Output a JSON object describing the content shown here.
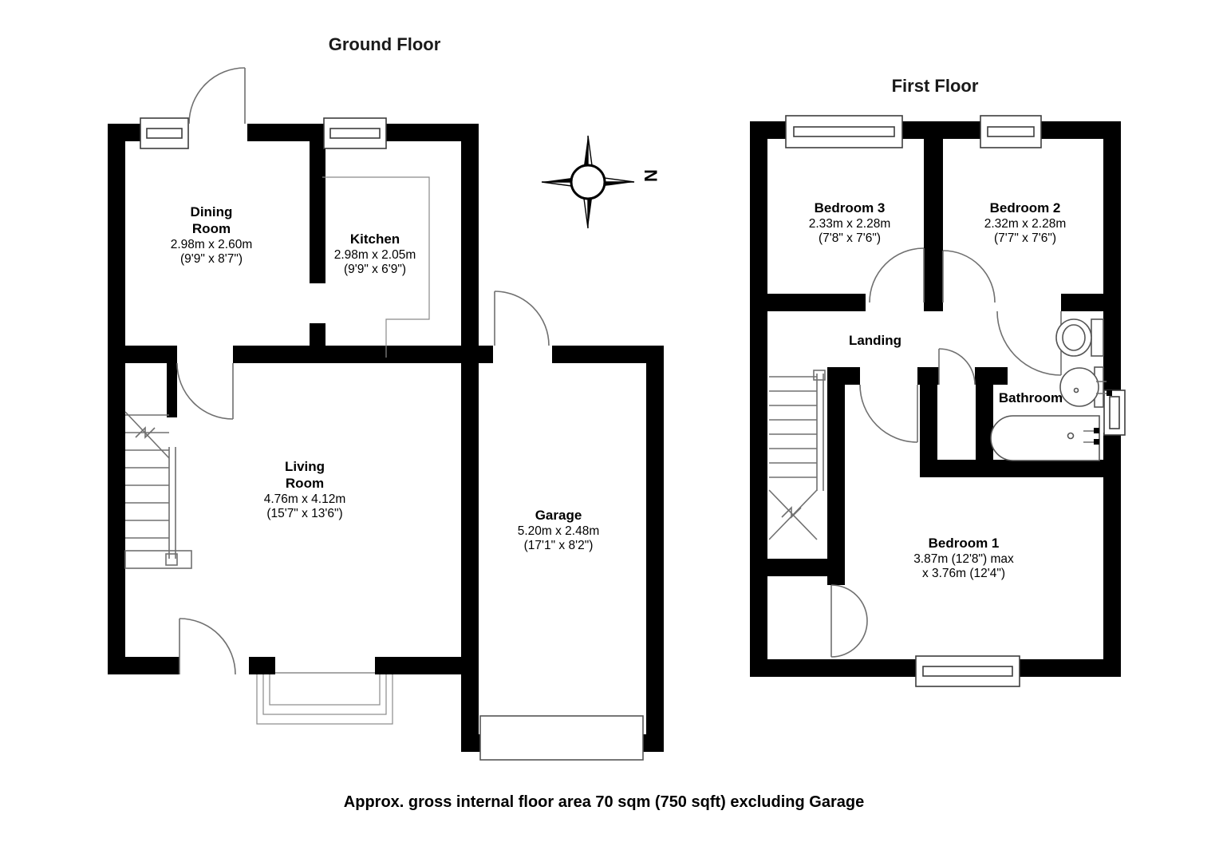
{
  "ground_floor": {
    "title": "Ground Floor",
    "rooms": {
      "dining": {
        "name_lines": [
          "Dining",
          "Room"
        ],
        "dims_m": "2.98m x 2.60m",
        "dims_ft": "(9'9\" x 8'7\")"
      },
      "kitchen": {
        "name": "Kitchen",
        "dims_m": "2.98m x 2.05m",
        "dims_ft": "(9'9\" x 6'9\")"
      },
      "living": {
        "name_lines": [
          "Living",
          "Room"
        ],
        "dims_m": "4.76m x 4.12m",
        "dims_ft": "(15'7\" x 13'6\")"
      },
      "garage": {
        "name": "Garage",
        "dims_m": "5.20m x 2.48m",
        "dims_ft": "(17'1\" x 8'2\")"
      }
    }
  },
  "first_floor": {
    "title": "First Floor",
    "rooms": {
      "bedroom3": {
        "name": "Bedroom 3",
        "dims_m": "2.33m x 2.28m",
        "dims_ft": "(7'8\" x 7'6\")"
      },
      "bedroom2": {
        "name": "Bedroom 2",
        "dims_m": "2.32m x 2.28m",
        "dims_ft": "(7'7\" x 7'6\")"
      },
      "landing": {
        "name": "Landing"
      },
      "bathroom": {
        "name": "Bathroom"
      },
      "bedroom1": {
        "name": "Bedroom 1",
        "dims_line1": "3.87m (12'8\") max",
        "dims_line2": "x 3.76m (12'4\")"
      }
    }
  },
  "compass": {
    "label": "N"
  },
  "footer": {
    "text": "Approx. gross internal floor area 70 sqm (750 sqft) excluding Garage"
  },
  "colors": {
    "wall": "#000000",
    "line": "#707070",
    "background": "#ffffff",
    "text": "#000000"
  }
}
